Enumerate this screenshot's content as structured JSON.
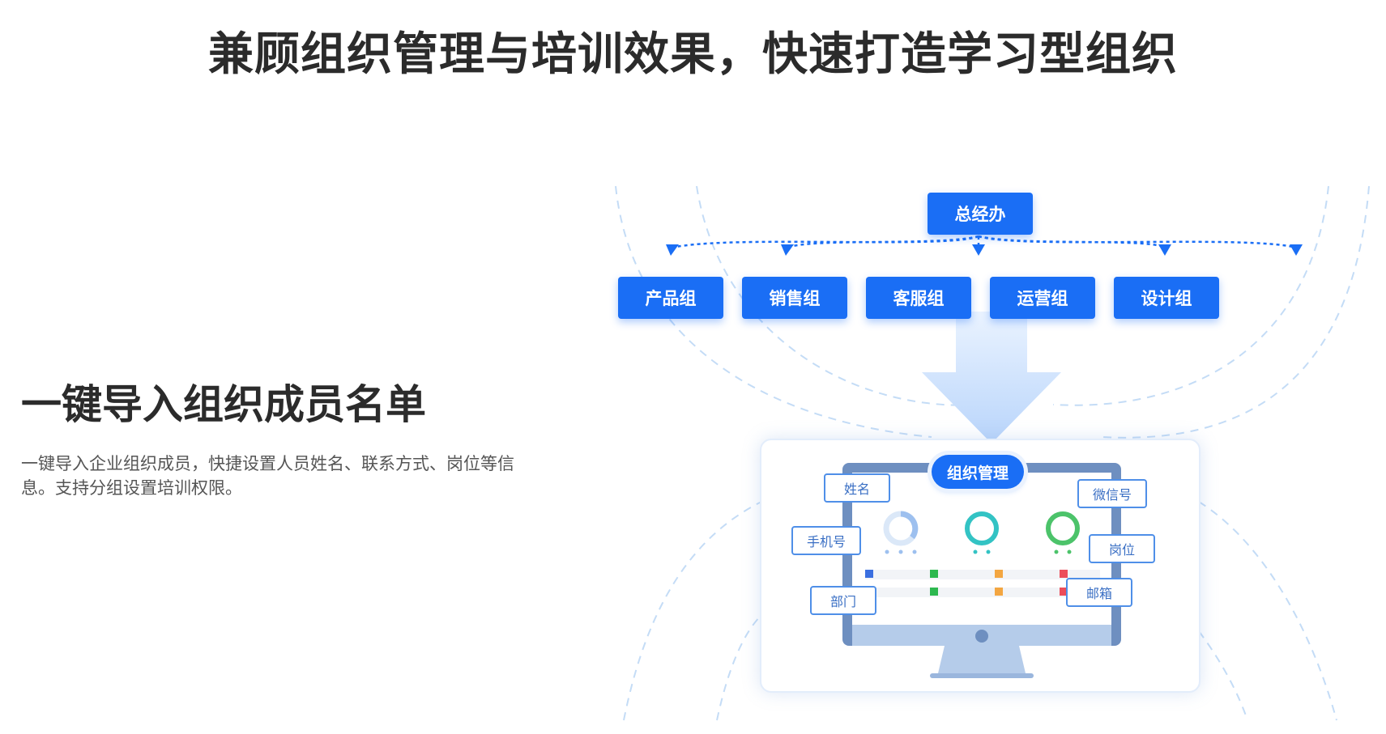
{
  "header": {
    "title": "兼顾组织管理与培训效果，快速打造学习型组织"
  },
  "feature": {
    "heading": "一键导入组织成员名单",
    "description": "一键导入企业组织成员，快捷设置人员姓名、联系方式、岗位等信息。支持分组设置培训权限。"
  },
  "org_chart": {
    "root": "总经办",
    "groups": [
      "产品组",
      "销售组",
      "客服组",
      "运营组",
      "设计组"
    ]
  },
  "monitor": {
    "tab_label": "组织管理",
    "tags": {
      "name": "姓名",
      "phone": "手机号",
      "department": "部门",
      "wechat": "微信号",
      "position": "岗位",
      "email": "邮箱"
    }
  },
  "colors": {
    "primary": "#1a6ef5",
    "ring1": "#b8d3f5",
    "ring2": "#33c3c4",
    "ring3": "#4cc36a"
  }
}
